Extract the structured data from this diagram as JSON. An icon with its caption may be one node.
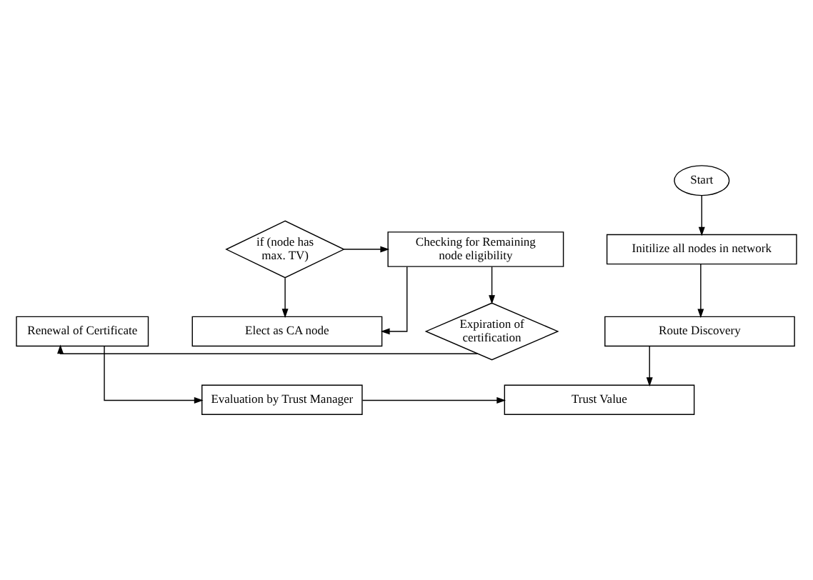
{
  "diagram": {
    "nodes": [
      {
        "text": [
          "Start"
        ]
      },
      {
        "text": [
          "Initilize all nodes in network"
        ]
      },
      {
        "text": [
          "Route Discovery"
        ]
      },
      {
        "text": [
          "Trust Value"
        ]
      },
      {
        "text": [
          "Evaluation by Trust Manager"
        ]
      },
      {
        "text": [
          "if (node has max. TV)"
        ]
      },
      {
        "text": [
          "Checking for Remaining node eligibility"
        ]
      },
      {
        "text": [
          "Elect as CA node"
        ]
      },
      {
        "text": [
          "Expiration of certification"
        ]
      },
      {
        "text": [
          "Renewal of Certificate"
        ]
      }
    ],
    "edges": [
      {
        "from": 0,
        "to": 1,
        "arrow": "to"
      },
      {
        "from": 1,
        "to": 2,
        "arrow": "to"
      },
      {
        "from": 2,
        "to": 3,
        "arrow": "to"
      },
      {
        "from": 4,
        "to": 3,
        "arrow": "to"
      },
      {
        "from": 5,
        "to": 6,
        "arrow": "to"
      },
      {
        "from": 5,
        "to": 7,
        "arrow": "to"
      },
      {
        "from": 6,
        "to": 7,
        "arrow": "to"
      },
      {
        "from": 6,
        "to": 8,
        "arrow": "to"
      },
      {
        "from": 8,
        "to": 9,
        "arrow": "to"
      },
      {
        "from": 9,
        "to": 4,
        "arrow": "to"
      }
    ]
  }
}
